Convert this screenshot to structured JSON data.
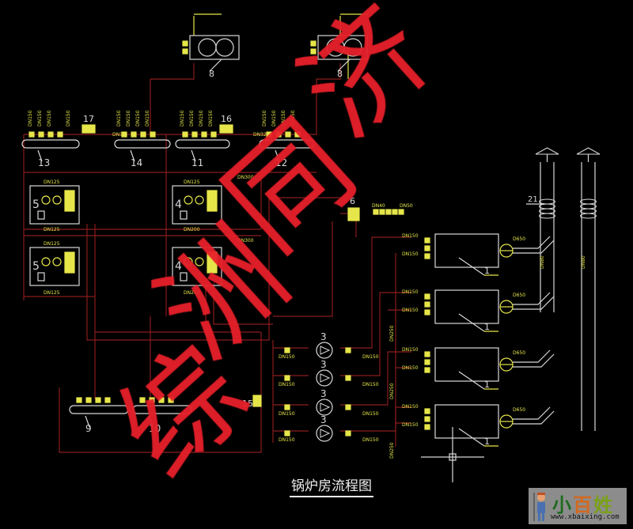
{
  "title": "锅炉房流程图",
  "watermark": [
    "综",
    "洲",
    "同",
    "济"
  ],
  "logo": {
    "chars": [
      "小",
      "百",
      "姓"
    ],
    "url": "www.xbaixing.com"
  },
  "equipment_labels": {
    "boiler": "1",
    "pump": "3",
    "unit_a": "4",
    "unit_b": "5",
    "tank": "6",
    "fan": "8",
    "collector_9": "9",
    "collector_10": "10",
    "collector_11": "11",
    "collector_12": "12",
    "collector_13": "13",
    "collector_14": "14",
    "device_15": "15",
    "device_16": "16",
    "device_17": "17",
    "chimney": "21"
  },
  "pipe_labels": {
    "dn150": "DN150",
    "dn250": "DN250",
    "dn125": "DN125",
    "dn200": "DN200",
    "dn300": "DN300",
    "dn40": "DN40",
    "dn32": "DN32",
    "dn50": "DN50",
    "dn650": "D650",
    "dn80": "DN80"
  },
  "colors": {
    "pipe": "#8a1c1c",
    "symbol": "#e6e64a",
    "line": "#d8d8d8",
    "watermark": "#e8202a"
  }
}
